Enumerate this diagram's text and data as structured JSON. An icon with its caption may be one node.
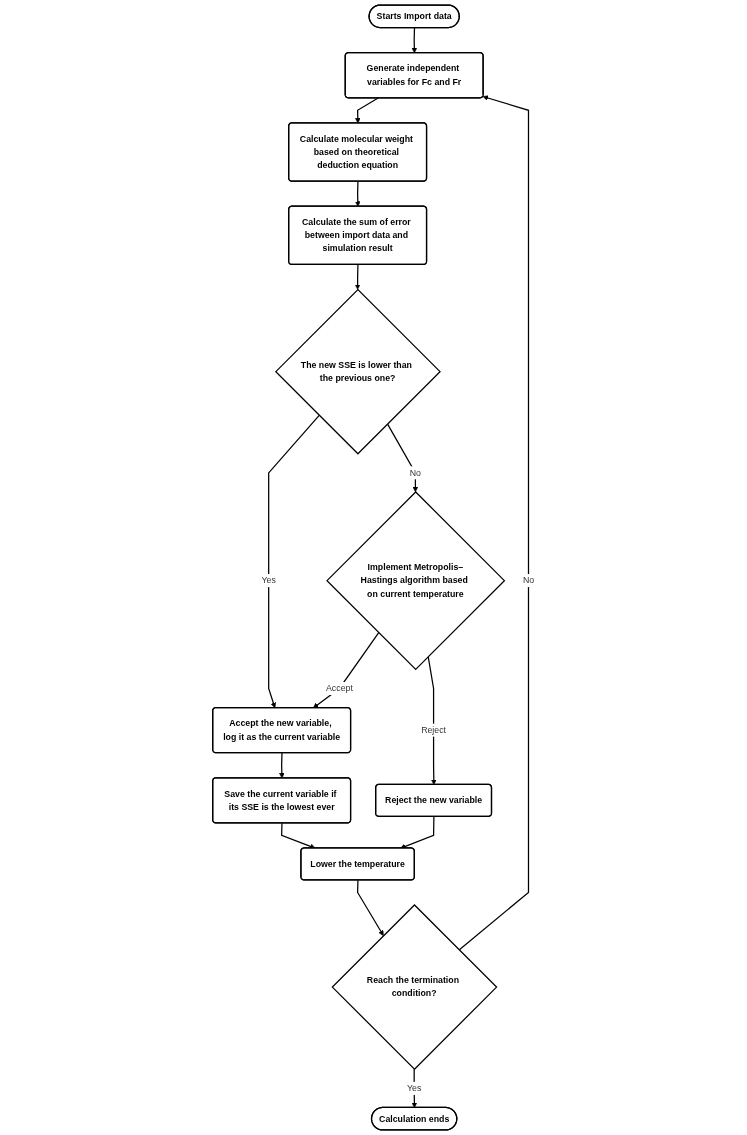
{
  "diagram": {
    "nodes": [
      {
        "text": [
          "Starts Import data"
        ]
      },
      {
        "text": [
          "Generate independent variables for Fc and Fr"
        ]
      },
      {
        "text": [
          "Calculate molecular weight based on theoretical deduction equation"
        ]
      },
      {
        "text": [
          "Calculate the sum of error between import data and simulation result"
        ]
      },
      {
        "text": [
          "The new SSE is lower than the previous one?"
        ]
      },
      {
        "text": [
          "Accept the new variable, log it as the current variable"
        ]
      },
      {
        "text": [
          "Save the current variable if its SSE is the lowest ever"
        ]
      },
      {
        "text": [
          "Implement Metropolis–Hastings algorithm based on current temperature"
        ]
      },
      {
        "text": [
          "Reject the new variable"
        ]
      },
      {
        "text": [
          "Lower the temperature"
        ]
      },
      {
        "text": [
          "Reach the termination condition?"
        ]
      },
      {
        "text": [
          "Calculation ends"
        ]
      }
    ],
    "edges": [
      {
        "from": 0,
        "to": 1,
        "arrow": "to"
      },
      {
        "from": 1,
        "to": 2,
        "arrow": "to"
      },
      {
        "from": 2,
        "to": 3,
        "arrow": "to"
      },
      {
        "from": 3,
        "to": 4,
        "arrow": "to"
      },
      {
        "from": 4,
        "to": 5,
        "arrow": "to",
        "label": "Yes"
      },
      {
        "from": 4,
        "to": 7,
        "arrow": "to",
        "label": "No"
      },
      {
        "from": 7,
        "to": 5,
        "arrow": "to",
        "label": "Accept"
      },
      {
        "from": 7,
        "to": 8,
        "arrow": "to",
        "label": "Reject"
      },
      {
        "from": 5,
        "to": 6,
        "arrow": "to"
      },
      {
        "from": 6,
        "to": 9,
        "arrow": "to"
      },
      {
        "from": 8,
        "to": 9,
        "arrow": "to"
      },
      {
        "from": 9,
        "to": 10,
        "arrow": "to"
      },
      {
        "from": 10,
        "to": 1,
        "arrow": "to",
        "label": "No"
      },
      {
        "from": 10,
        "to": 11,
        "arrow": "to",
        "label": "Yes"
      }
    ]
  }
}
